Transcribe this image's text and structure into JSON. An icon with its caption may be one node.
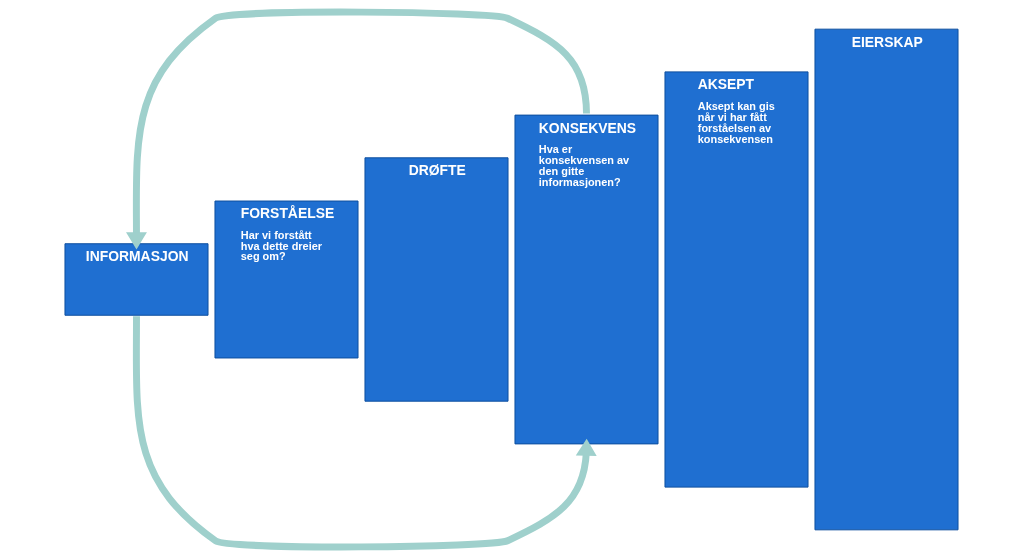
{
  "diagram": {
    "nodes": [
      {
        "text": [
          "INFORMASJON"
        ]
      },
      {
        "text": [
          "FORSTÅELSE",
          "Har vi forstått hva dette dreier seg om?"
        ]
      },
      {
        "text": [
          "DRØFTE"
        ]
      },
      {
        "text": [
          "KONSEKVENS",
          "Hva er konsekvensen av den gitte informasjonen?"
        ]
      },
      {
        "text": [
          "AKSEPT",
          "Aksept kan gis når vi har fått forståelsen av konsekvensen"
        ]
      },
      {
        "text": [
          "EIERSKAP"
        ]
      }
    ],
    "edges": [
      {
        "from": 0,
        "to": 3,
        "arrow": "to"
      },
      {
        "from": 3,
        "to": 0,
        "arrow": "to"
      }
    ]
  }
}
